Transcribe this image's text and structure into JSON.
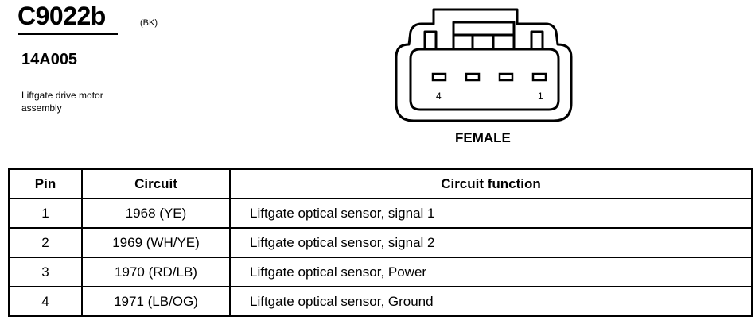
{
  "header": {
    "connector_id": "C9022b",
    "connector_color": "(BK)",
    "part_number": "14A005",
    "description_line1": "Liftgate drive motor",
    "description_line2": "assembly"
  },
  "connector": {
    "gender": "FEMALE",
    "pin_label_left": "4",
    "pin_label_right": "1"
  },
  "table": {
    "headers": [
      "Pin",
      "Circuit",
      "Circuit function"
    ],
    "rows": [
      {
        "pin": "1",
        "circuit": "1968 (YE)",
        "function": "Liftgate optical sensor, signal 1"
      },
      {
        "pin": "2",
        "circuit": "1969 (WH/YE)",
        "function": "Liftgate optical sensor, signal 2"
      },
      {
        "pin": "3",
        "circuit": "1970 (RD/LB)",
        "function": "Liftgate optical sensor, Power"
      },
      {
        "pin": "4",
        "circuit": "1971 (LB/OG)",
        "function": "Liftgate optical sensor, Ground"
      }
    ]
  }
}
